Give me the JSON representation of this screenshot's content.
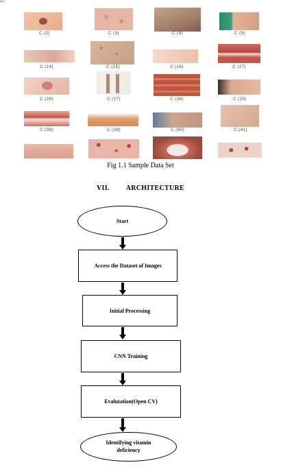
{
  "corner_text": "ata:",
  "sample_captions": [
    "C (2)",
    "C (3)",
    "C (4)",
    "C (5)",
    "C (14)",
    "C (15)",
    "C (16)",
    "C (17)",
    "C (26)",
    "C (27)",
    "C (28)",
    "C (29)",
    "C (38)",
    "C (39)",
    "C (40)",
    "C (41)"
  ],
  "figure_caption": "Fig 1.1 Sample Data Set",
  "section": {
    "number": "VII.",
    "title": "ARCHITECTURE"
  },
  "flowchart": {
    "start": "Start",
    "step1": "Access the Dataset of Images",
    "step2": "Initial Processing",
    "step3": "CNN Training",
    "step4": "Evalutation(Open CV)",
    "end": "Identifying vitamin deficiency"
  }
}
